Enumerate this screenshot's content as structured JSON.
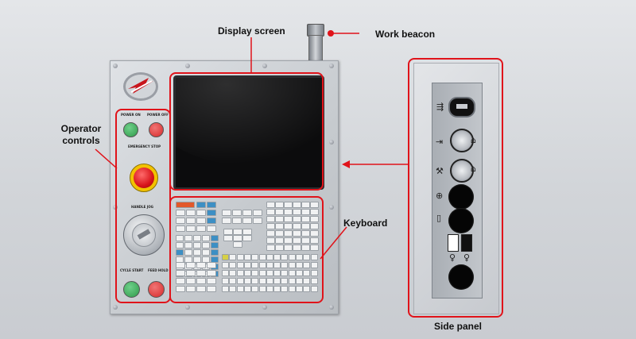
{
  "labels": {
    "display_screen": "Display screen",
    "work_beacon": "Work beacon",
    "operator_controls": "Operator\ncontrols",
    "keyboard": "Keyboard",
    "side_panel": "Side panel"
  },
  "control_panel": {
    "power_on": "POWER ON",
    "power_off": "POWER OFF",
    "emergency_stop": "EMERGENCY STOP",
    "handle_jog": "HANDLE JOG",
    "cycle_start": "CYCLE START",
    "feed_hold": "FEED HOLD"
  },
  "colors": {
    "highlight_red": "#e0131a",
    "power_on_green": "#2f9a4a",
    "power_off_red": "#d72a2a",
    "estop_red": "#d8141a",
    "estop_ring_yellow": "#f2c200",
    "key_blue": "#3d8fc4",
    "key_orange": "#e2582a"
  },
  "icons": {
    "beacon": "work-beacon-icon",
    "usb": "usb-icon",
    "memory_lock": "key-lock-icon",
    "setup_mode": "wrench-key-icon",
    "network": "network-port-icon",
    "usb_port": "usb-port-icon",
    "lamp": "lamp-icon"
  }
}
